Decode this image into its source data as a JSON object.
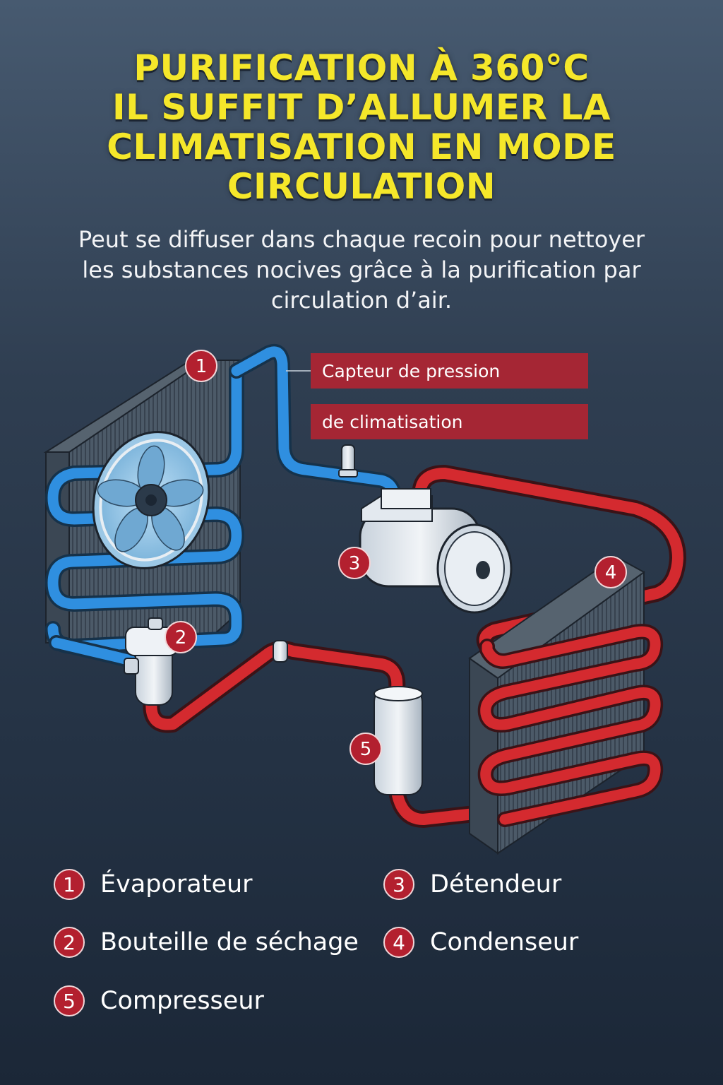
{
  "title": {
    "lines": [
      "PURIFICATION À 360°C",
      "IL SUFFIT D’ALLUMER LA",
      "CLIMATISATION EN MODE",
      "CIRCULATION"
    ]
  },
  "subtitle": {
    "lines": [
      "Peut se diffuser dans chaque recoin pour nettoyer",
      "les substances nocives grâce à la purification par",
      "circulation d’air."
    ]
  },
  "callout": {
    "line1": "Capteur de pression",
    "line2": "de climatisation"
  },
  "markers": [
    "1",
    "2",
    "3",
    "4",
    "5"
  ],
  "legend": [
    {
      "number": "1",
      "label": "Évaporateur"
    },
    {
      "number": "3",
      "label": "Détendeur"
    },
    {
      "number": "2",
      "label": "Bouteille de séchage"
    },
    {
      "number": "4",
      "label": "Condenseur"
    },
    {
      "number": "5",
      "label": "Compresseur"
    }
  ],
  "colors": {
    "title": "#f5e72a",
    "cold_pipe": "#2f8fe0",
    "hot_pipe": "#d42a2f",
    "badge": "#b3202f",
    "callout": "#a52634"
  }
}
